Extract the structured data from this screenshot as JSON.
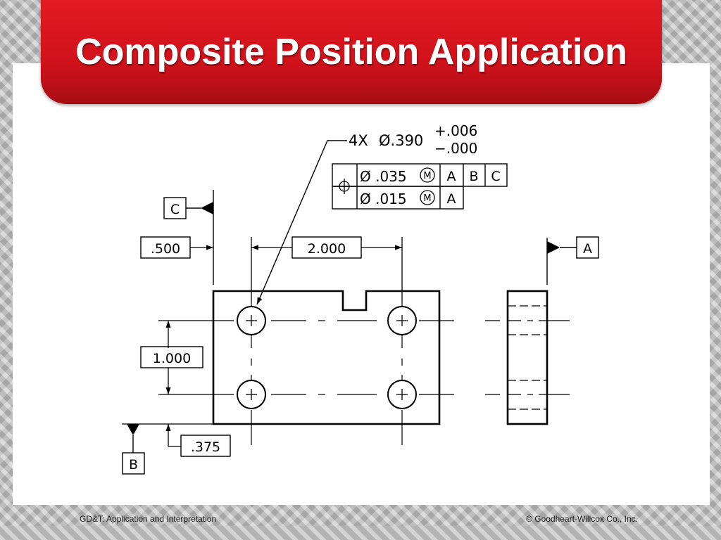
{
  "title": "Composite Position Application",
  "footer": {
    "left": "GD&T: Application and Interpretation",
    "right": "© Goodheart-Willcox Co., Inc."
  },
  "drawing": {
    "hole_callout": {
      "count": "4X",
      "diameter": "Ø.390",
      "tol_plus": "+.006",
      "tol_minus": "−.000"
    },
    "fcf": {
      "position_symbol": "⌖",
      "row1": {
        "tolerance": "Ø .035",
        "modifier": "M",
        "datums": [
          "A",
          "B",
          "C"
        ]
      },
      "row2": {
        "tolerance": "Ø .015",
        "modifier": "M",
        "datums": [
          "A"
        ]
      }
    },
    "datum_labels": {
      "a": "A",
      "b": "B",
      "c": "C"
    },
    "dimensions": {
      "left_offset": ".500",
      "hole_spacing_x": "2.000",
      "hole_spacing_y": "1.000",
      "bottom_offset": ".375"
    }
  }
}
